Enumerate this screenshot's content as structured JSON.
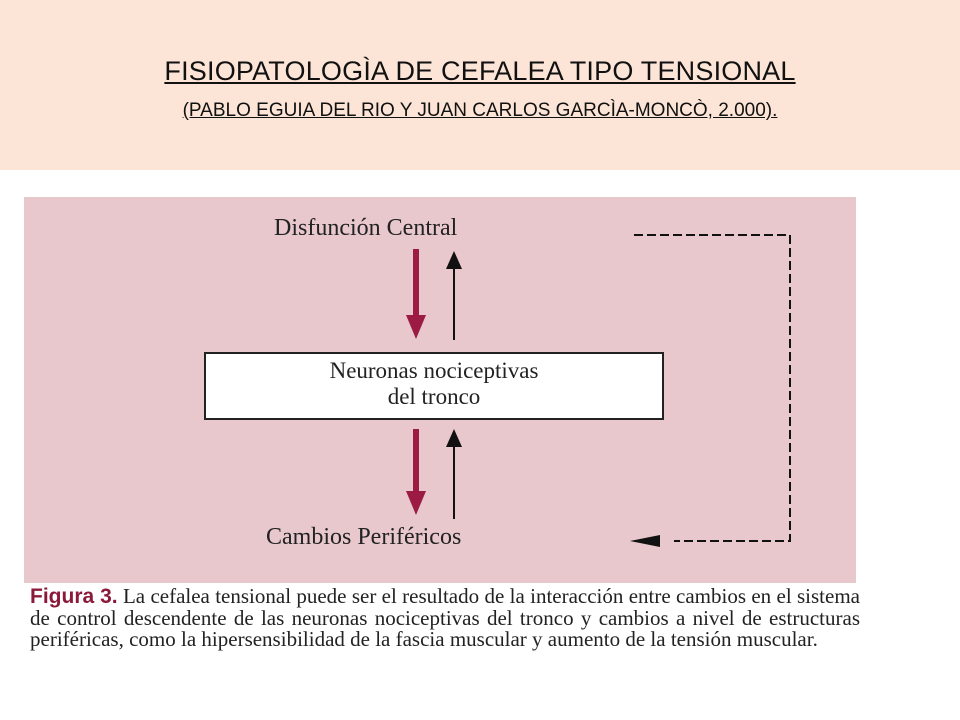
{
  "header": {
    "title": "FISIOPATOLOGÌA DE CEFALEA TIPO TENSIONAL",
    "subtitle": "(PABLO EGUIA DEL RIO Y JUAN CARLOS GARCÌA-MONCÒ, 2.000)."
  },
  "diagram": {
    "top_node": "Disfunción Central",
    "middle_node_line1": "Neuronas nociceptivas",
    "middle_node_line2": "del tronco",
    "bottom_node": "Cambios Periféricos",
    "colors": {
      "background": "#e8c8cd",
      "down_arrow": "#9b1b45",
      "up_arrow": "#111111"
    }
  },
  "caption": {
    "label": "Figura 3.",
    "text": "La cefalea tensional puede ser el resultado de la interacción entre cambios en el sistema de control descendente de las neuronas nociceptivas del tronco y cambios a nivel de estructuras periféricas, como la hipersensibilidad de la fascia muscular y aumento de la tensión muscular."
  }
}
